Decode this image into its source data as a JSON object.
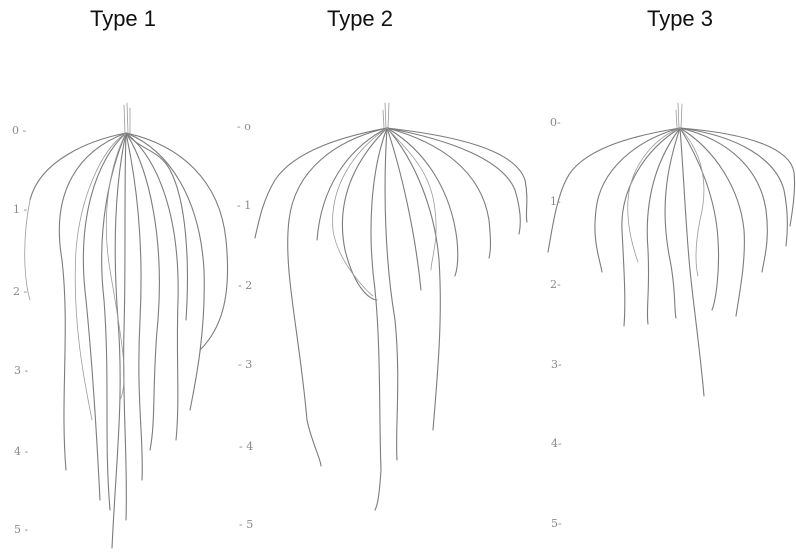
{
  "panels": [
    {
      "title": "Type 1",
      "scale_labels": [
        "0 -",
        "1 -",
        "2 -",
        "3 -",
        "4 -",
        "5 -"
      ]
    },
    {
      "title": "Type 2",
      "scale_labels": [
        "- o",
        "- 1",
        "- 2",
        "- 3",
        "- 4",
        "- 5"
      ]
    },
    {
      "title": "Type 3",
      "scale_labels": [
        "0-",
        "1-",
        "2-",
        "3-",
        "4-",
        "5-"
      ]
    }
  ]
}
